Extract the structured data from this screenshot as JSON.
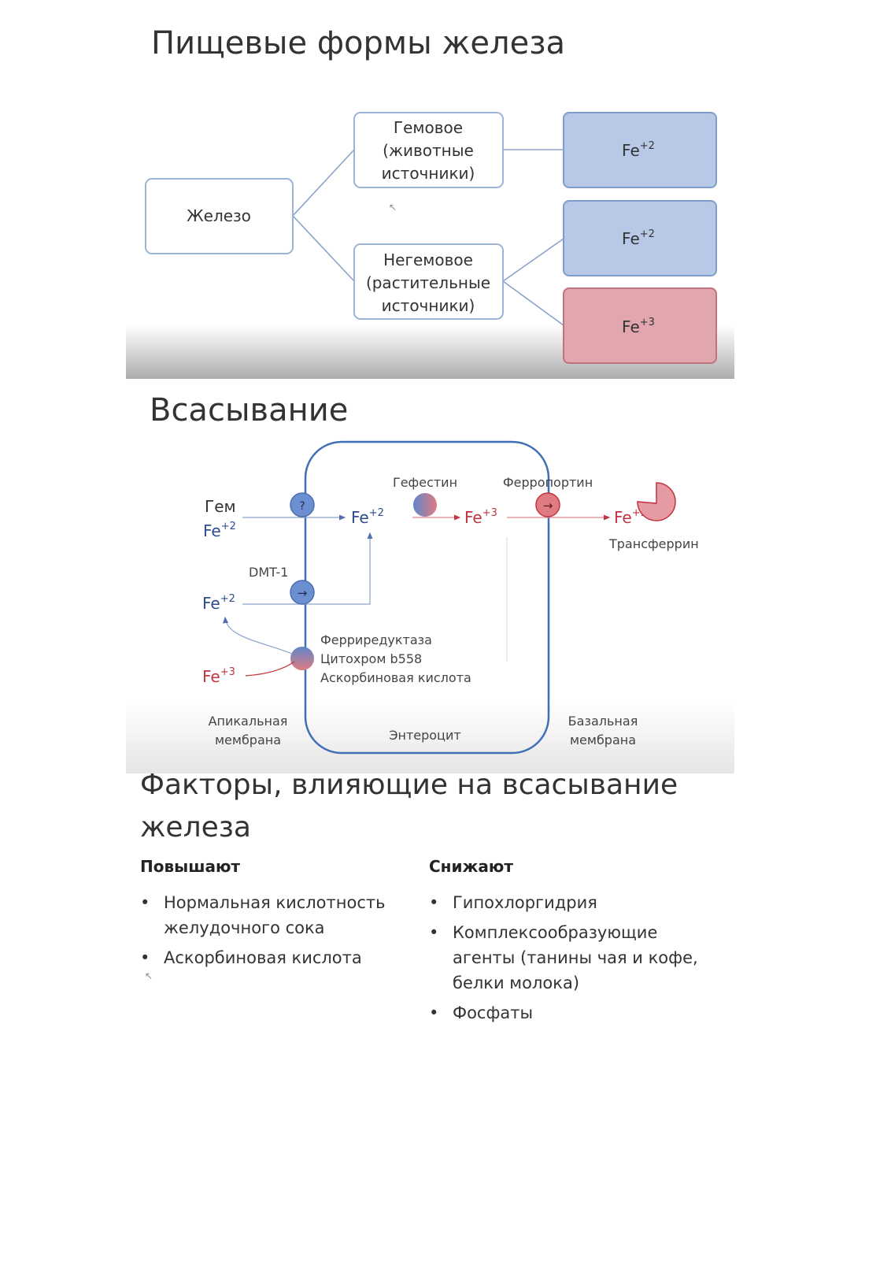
{
  "slide1": {
    "title": "Пищевые формы железа",
    "root": "Железо",
    "heme_lines": [
      "Гемовое",
      "(животные",
      "источники)"
    ],
    "nonheme_lines": [
      "Негемовое",
      "(растительные",
      "источники)"
    ],
    "fe_base": "Fe",
    "charge2": "+2",
    "charge3": "+3"
  },
  "slide2": {
    "title": "Всасывание",
    "gem": "Гем",
    "fe_base": "Fe",
    "charge2": "+2",
    "charge3": "+3",
    "dmt1": "DMT-1",
    "question_mark": "?",
    "arrow_symbol": "→",
    "hephaestin": "Гефестин",
    "ferroportin": "Ферропортин",
    "transferrin": "Трансферрин",
    "ferrireductase_lines": [
      "Ферриредуктаза",
      "Цитохром b558",
      "Аскорбиновая кислота"
    ],
    "apical_lines": [
      "Апикальная",
      "мембрана"
    ],
    "enterocyte": "Энтероцит",
    "basal_lines": [
      "Базальная",
      "мембрана"
    ]
  },
  "slide3": {
    "title": "Факторы, влияющие на всасывание железа",
    "increase": {
      "heading": "Повышают",
      "items": [
        "Нормальная кислотность желудочного сока",
        "Аскорбиновая кислота"
      ]
    },
    "decrease": {
      "heading": "Снижают",
      "items": [
        "Гипохлоргидрия",
        "Комплексообразующие агенты (танины чая и кофе, белки молока)",
        "Фосфаты"
      ]
    }
  },
  "colors": {
    "fe2_fill": "#b7c9e6",
    "fe3_fill": "#e2a7ae",
    "blue_text": "#2e4c8c",
    "red_text": "#c0353f",
    "cell_outline": "#3f6fb5"
  }
}
